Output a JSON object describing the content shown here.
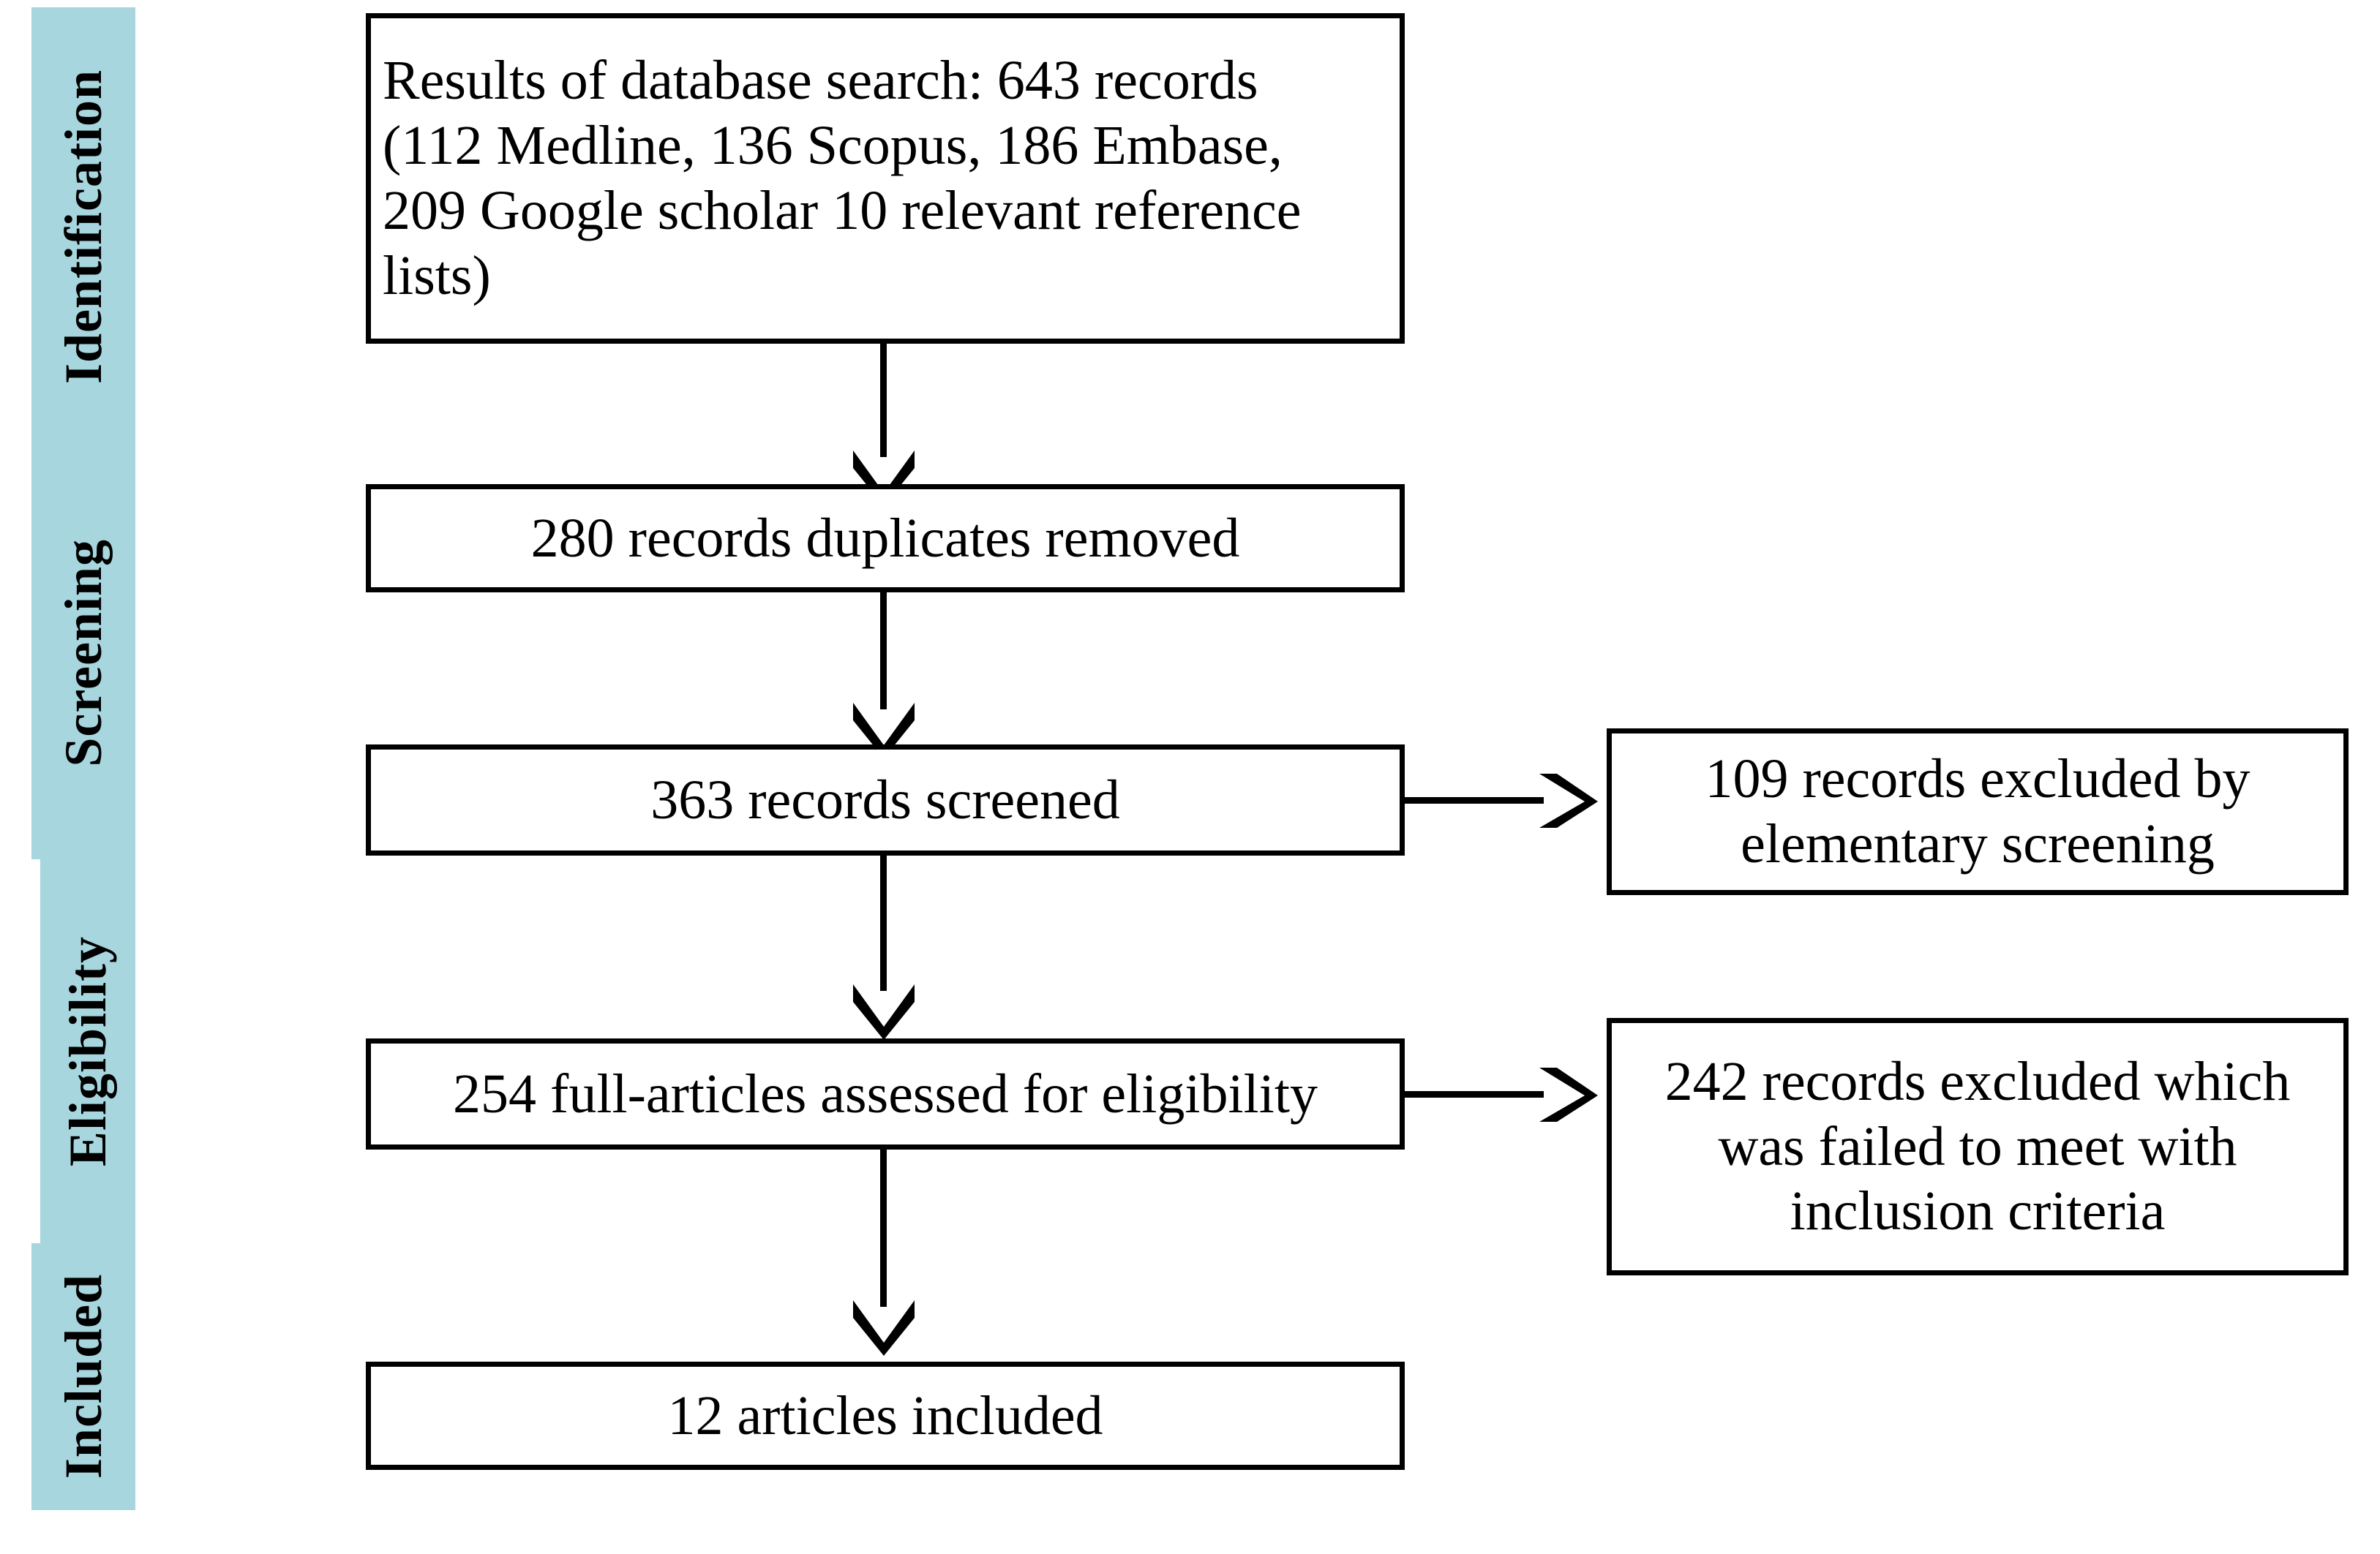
{
  "diagram": {
    "title": "PRISMA study selection flow diagram",
    "accent_color": "#a7d6de",
    "line_color": "#000000",
    "background_color": "#ffffff"
  },
  "phases": [
    {
      "id": "identification",
      "label": "Identification"
    },
    {
      "id": "screening",
      "label": "Screening"
    },
    {
      "id": "eligibility",
      "label": "Eligibility"
    },
    {
      "id": "included",
      "label": "Included"
    }
  ],
  "boxes": {
    "database_search": {
      "line1": "Results of database search: 643 records",
      "line2": "(112 Medline, 136 Scopus, 186 Embase,",
      "line3": "209 Google scholar 10 relevant reference",
      "line4": "lists)"
    },
    "duplicates_removed": {
      "text": "280 records duplicates removed"
    },
    "records_screened": {
      "text": "363 records screened"
    },
    "excluded_screening": {
      "line1": "109 records excluded by",
      "line2": "elementary screening"
    },
    "full_articles": {
      "text": "254 full-articles assessed for eligibility"
    },
    "excluded_criteria": {
      "line1": "242 records excluded which",
      "line2": "was failed to meet with",
      "line3": "inclusion criteria"
    },
    "articles_included": {
      "text": "12 articles included"
    }
  },
  "chart_data": {
    "type": "diagram",
    "title": "PRISMA study selection flow diagram",
    "stages": [
      {
        "phase": "Identification",
        "label": "Results of database search: 643 records (112 Medline, 136 Scopus, 186 Embase, 209 Google scholar 10 relevant reference lists)",
        "value": 643
      },
      {
        "phase": "Identification",
        "label": "280 records duplicates removed",
        "value": 280
      },
      {
        "phase": "Screening",
        "label": "363 records screened",
        "value": 363
      },
      {
        "phase": "Screening",
        "label": "109 records excluded by elementary screening",
        "value": 109
      },
      {
        "phase": "Eligibility",
        "label": "254 full-articles assessed for eligibility",
        "value": 254
      },
      {
        "phase": "Eligibility",
        "label": "242 records excluded which was failed to meet with inclusion criteria",
        "value": 242
      },
      {
        "phase": "Included",
        "label": "12 articles included",
        "value": 12
      }
    ],
    "sources": [
      {
        "name": "Medline",
        "value": 112
      },
      {
        "name": "Scopus",
        "value": 136
      },
      {
        "name": "Embase",
        "value": 186
      },
      {
        "name": "Google scholar",
        "value": 209
      },
      {
        "name": "relevant reference lists",
        "value": 10
      }
    ]
  }
}
